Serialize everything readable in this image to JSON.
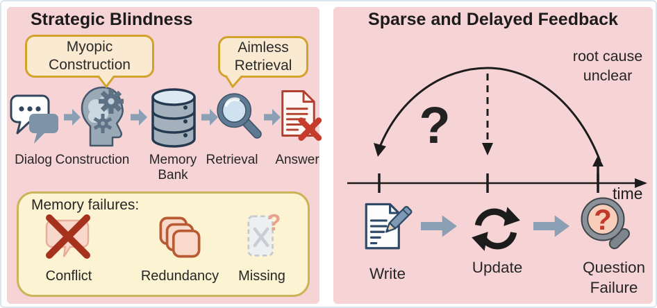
{
  "left": {
    "title": "Strategic Blindness",
    "bubble_myopic": "Myopic Construction",
    "bubble_aimless": "Aimless Retrieval",
    "stages": [
      {
        "label": "Dialog",
        "icon": "chat-bubbles-icon"
      },
      {
        "label": "Construction",
        "icon": "head-gears-icon"
      },
      {
        "label": "Memory Bank",
        "icon": "database-icon"
      },
      {
        "label": "Retrieval",
        "icon": "magnifier-icon"
      },
      {
        "label": "Answer",
        "icon": "document-error-icon"
      }
    ],
    "failures": {
      "title": "Memory failures:",
      "items": [
        {
          "label": "Conflict",
          "icon": "crossed-bubble-icon"
        },
        {
          "label": "Redundancy",
          "icon": "stacked-cards-icon"
        },
        {
          "label": "Missing",
          "icon": "dashed-card-icon",
          "qmark": "?"
        }
      ]
    }
  },
  "right": {
    "title": "Sparse and Delayed Feedback",
    "annotation": "root cause unclear",
    "question_mark": "?",
    "time_label": "time",
    "stages": [
      {
        "label": "Write",
        "icon": "write-document-icon"
      },
      {
        "label": "Update",
        "icon": "cycle-arrows-icon"
      },
      {
        "label": "Question Failure",
        "icon": "magnifier-question-icon",
        "qmark": "?"
      }
    ]
  },
  "colors": {
    "panel_bg": "#F6D3D5",
    "bubble_fill": "#FBEAD2",
    "bubble_border": "#D2A32B",
    "failures_fill": "#FBF3D1",
    "failures_border": "#CBB357",
    "arrow_gray": "#8BA0B5",
    "answer_red": "#B2402F",
    "error_red": "#C53B2C",
    "conflict_red": "#A6321E",
    "navy": "#2E4A66",
    "ink": "#1C1C1C"
  }
}
